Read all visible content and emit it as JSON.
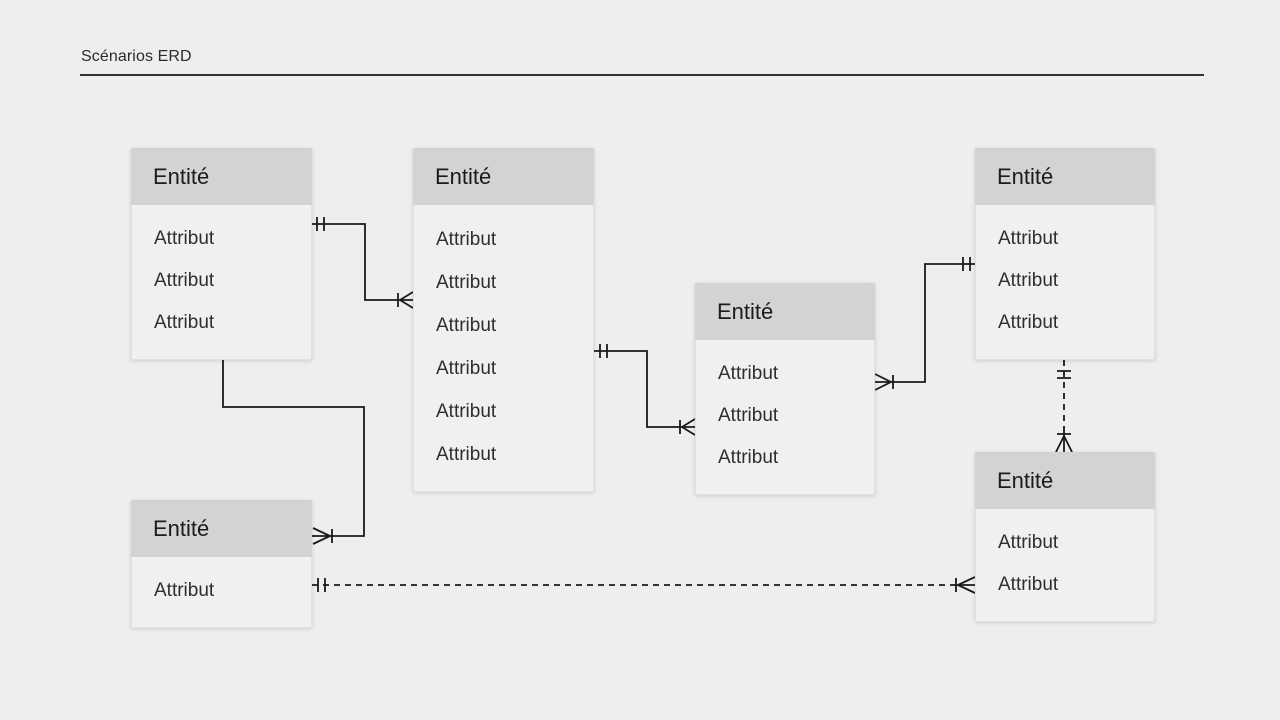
{
  "page": {
    "title": "Scénarios ERD"
  },
  "colors": {
    "canvas_bg": "#eeeeee",
    "entity_header_bg": "#d3d3d3",
    "entity_body_bg": "#f0f0f0",
    "connector": "#1a1a1a"
  },
  "diagram": {
    "entities": [
      {
        "id": "entity-1",
        "title": "Entité",
        "attributes": [
          "Attribut",
          "Attribut",
          "Attribut"
        ]
      },
      {
        "id": "entity-2",
        "title": "Entité",
        "attributes": [
          "Attribut",
          "Attribut",
          "Attribut",
          "Attribut",
          "Attribut",
          "Attribut"
        ]
      },
      {
        "id": "entity-3",
        "title": "Entité",
        "attributes": [
          "Attribut",
          "Attribut",
          "Attribut"
        ]
      },
      {
        "id": "entity-4",
        "title": "Entité",
        "attributes": [
          "Attribut",
          "Attribut",
          "Attribut"
        ]
      },
      {
        "id": "entity-5",
        "title": "Entité",
        "attributes": [
          "Attribut"
        ]
      },
      {
        "id": "entity-6",
        "title": "Entité",
        "attributes": [
          "Attribut",
          "Attribut"
        ]
      }
    ],
    "relationships": [
      {
        "from": "entity-1",
        "to": "entity-2",
        "from_cardinality": "one",
        "to_cardinality": "many",
        "line": "solid"
      },
      {
        "from": "entity-2",
        "to": "entity-3",
        "from_cardinality": "one",
        "to_cardinality": "many",
        "line": "solid"
      },
      {
        "from": "entity-3",
        "to": "entity-4",
        "from_cardinality": "many",
        "to_cardinality": "one",
        "line": "solid"
      },
      {
        "from": "entity-1",
        "to": "entity-5",
        "from_cardinality": "unspecified",
        "to_cardinality": "many",
        "line": "solid"
      },
      {
        "from": "entity-5",
        "to": "entity-6",
        "from_cardinality": "one",
        "to_cardinality": "many",
        "line": "dashed"
      },
      {
        "from": "entity-4",
        "to": "entity-6",
        "from_cardinality": "one",
        "to_cardinality": "many",
        "line": "dashed"
      }
    ]
  }
}
